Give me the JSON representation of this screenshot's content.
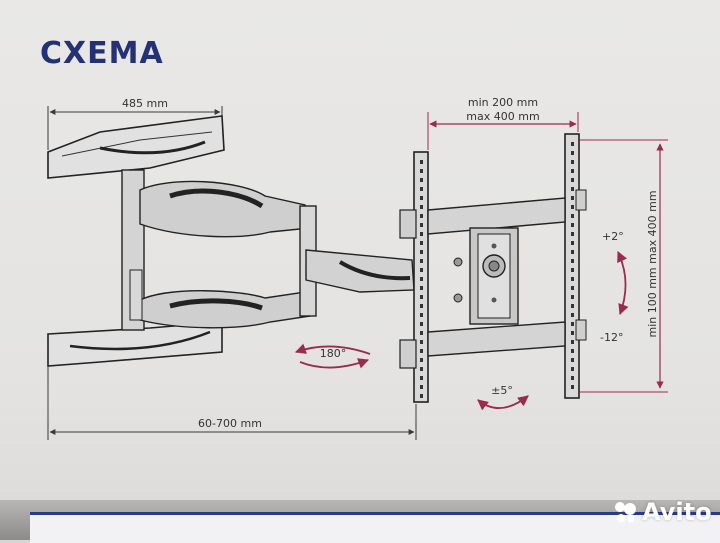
{
  "title": "СХЕМА",
  "dimensions": {
    "arm_width": "485 mm",
    "vesa_min": "min 200 mm",
    "vesa_max": "max 400 mm",
    "extension": "60-700 mm",
    "vertical_range": "min 100 mm max 400 mm"
  },
  "rotations": {
    "swivel": "180°",
    "rotate": "±5°",
    "tilt_up": "+2°",
    "tilt_down": "-12°"
  },
  "watermark": "Avito",
  "colors": {
    "title": "#243275",
    "dimension_line": "#3a3a3a",
    "vesa_line": "#9b2a52",
    "arrows": "#9b2a52"
  }
}
